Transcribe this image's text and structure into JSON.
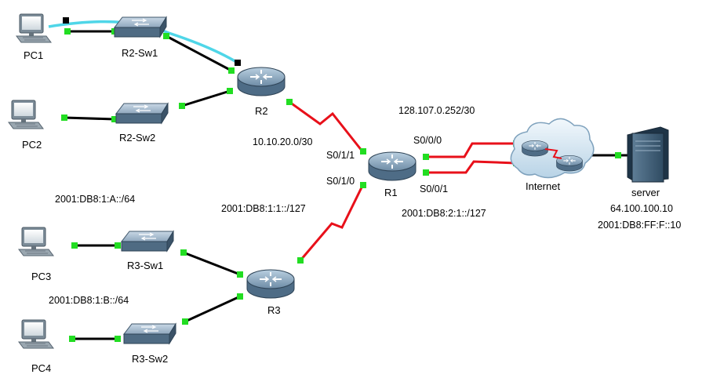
{
  "devices": {
    "pc1": "PC1",
    "pc2": "PC2",
    "pc3": "PC3",
    "pc4": "PC4",
    "r2_sw1": "R2-Sw1",
    "r2_sw2": "R2-Sw2",
    "r3_sw1": "R3-Sw1",
    "r3_sw2": "R3-Sw2",
    "r1": "R1",
    "r2": "R2",
    "r3": "R3",
    "internet": "Internet",
    "server": "server"
  },
  "interfaces": {
    "r1_s011": "S0/1/1",
    "r1_s010": "S0/1/0",
    "r1_s000": "S0/0/0",
    "r1_s001": "S0/0/1"
  },
  "networks": {
    "r1_r2": "10.10.20.0/30",
    "r1_internet_v4": "128.107.0.252/30",
    "r1_r3": "2001:DB8:1:1::/127",
    "r1_internet_v6": "2001:DB8:2:1::/127",
    "r3_lan1": "2001:DB8:1:A::/64",
    "r3_lan2": "2001:DB8:1:B::/64",
    "server_v4": "64.100.100.10",
    "server_v6": "2001:DB8:FF:F::10"
  },
  "colors": {
    "link_copper": "#000000",
    "link_serial": "#e8101a",
    "link_console": "#4fd6e8",
    "port_up": "#22dd22",
    "port_down": "#000000"
  }
}
